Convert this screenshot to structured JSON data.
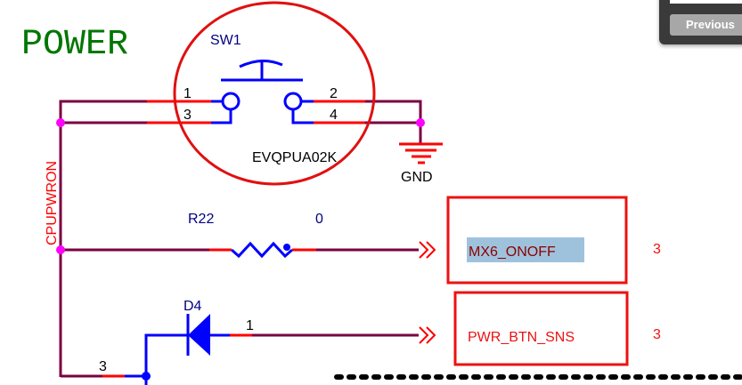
{
  "sheet": {
    "title": "POWER"
  },
  "colors": {
    "wire": "#7a0040",
    "pin": "#ff0000",
    "component": "#0000ff",
    "junction": "#ff00ff",
    "port": "#ee1111",
    "highlight": "#9fc2dc",
    "title": "#007700",
    "designator": "#000080"
  },
  "switch": {
    "designator": "SW1",
    "part_number": "EVQPUA02K",
    "pins": [
      "1",
      "3",
      "2",
      "4"
    ]
  },
  "ground": {
    "label": "GND"
  },
  "net": {
    "label": "CPUPWRON"
  },
  "resistor": {
    "designator": "R22",
    "value": "0"
  },
  "diode": {
    "designator": "D4",
    "pin_anode": "1",
    "pin_left": "3"
  },
  "ports": [
    {
      "name": "MX6_ONOFF",
      "sheet_ref": "3",
      "highlighted": true
    },
    {
      "name": "PWR_BTN_SNS",
      "sheet_ref": "3",
      "highlighted": false
    }
  ],
  "navigation": {
    "previous_label": "Previous"
  }
}
